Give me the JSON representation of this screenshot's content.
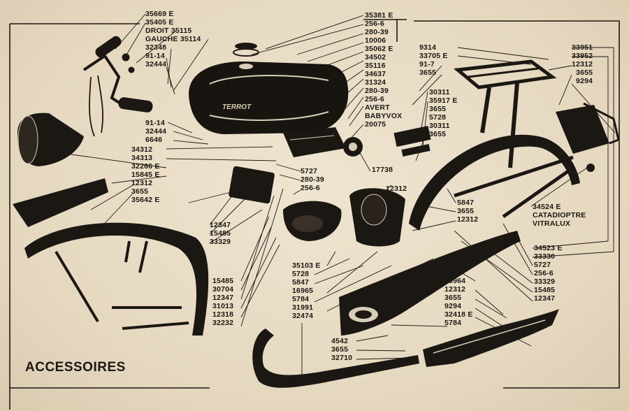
{
  "page": {
    "title": "ACCESSOIRES"
  },
  "brand": {
    "tank_text": "TERROT"
  },
  "colors": {
    "ink": "#1b1712",
    "paper": "#e7dcc6"
  },
  "labels": {
    "handlebar": [
      "35669 E",
      "35405 E",
      "DROIT  35115",
      "GAUCHE  35114",
      "32348",
      "91-14",
      "32444"
    ],
    "tank_top": [
      "35381 E",
      "256-6",
      "280-39",
      "10006",
      "35062 E",
      "34502",
      "35116",
      "34637",
      "31324",
      "280-39",
      "256-6",
      "AVERT",
      "BABYVOX",
      "20075"
    ],
    "carrier": [
      "9314",
      "33705  E",
      "91-7",
      "3655"
    ],
    "right_top": [
      "33951",
      "33952",
      "12312",
      "3655",
      "9294"
    ],
    "middle_bracket": [
      "30311",
      "35917 E",
      "3655",
      "5728",
      "30311",
      "3655"
    ],
    "tank_mount": [
      "91-14",
      "32444",
      "6646"
    ],
    "headlamp": [
      "34312",
      "34313",
      "32266 E",
      "15845 E",
      "12312",
      "3655",
      "35642 E"
    ],
    "center_a": [
      "5727",
      "280-39",
      "256-6"
    ],
    "center_b": "17738",
    "center_c": "12312",
    "rear_mid": [
      "5847",
      "3655",
      "12312"
    ],
    "catadioptre": [
      "34524 E",
      "CATADIOPTRE",
      "VITRALUX"
    ],
    "right_lower": [
      "34523 E",
      "33330",
      "5727",
      "256-6",
      "33329",
      "15485",
      "12347"
    ],
    "left_mid": [
      "12347",
      "15485",
      "33329"
    ],
    "left_low": [
      "15485",
      "30704",
      "12347",
      "31013",
      "12318",
      "32232"
    ],
    "center_low": [
      "35103 E",
      "5728",
      "5847",
      "16965",
      "5784",
      "31991",
      "32474"
    ],
    "chain_guard": [
      "16964",
      "12312",
      "3655",
      "9294",
      "32418 E",
      "5784"
    ],
    "exhaust": [
      "4542",
      "3655",
      "32710"
    ]
  }
}
